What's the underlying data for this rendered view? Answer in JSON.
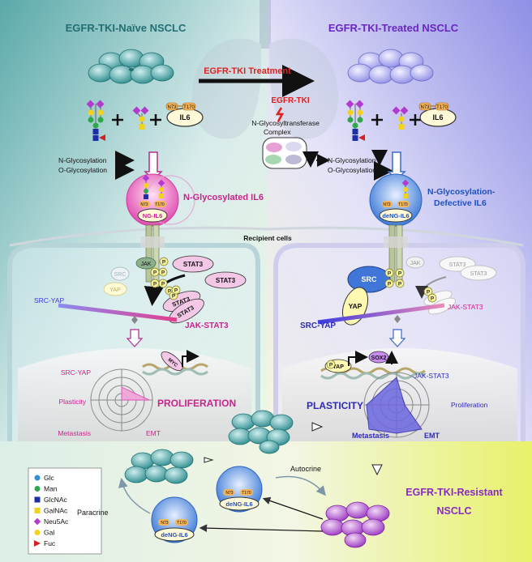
{
  "headers": {
    "naive": "EGFR-TKI-Naïve NSCLC",
    "treated": "EGFR-TKI-Treated NSCLC",
    "resistant_line1": "EGFR-TKI-Resistant",
    "resistant_line2": "NSCLC"
  },
  "treatment": {
    "arrow_label": "EGFR-TKI Treatment",
    "drug": "EGFR-TKI",
    "complex_line1": "N-Glycosyltransferase",
    "complex_line2": "Complex"
  },
  "glycosylation": {
    "n": "N-Glycosylation",
    "o": "O-Glycosylation"
  },
  "il6": {
    "name": "IL6",
    "site_n": "N73",
    "site_t": "T170",
    "ng_label": "NG-IL6",
    "deng_label": "deNG-IL6",
    "ng_title": "N-Glycosylated IL6",
    "deng_title_line1": "N-Glycosylation-",
    "deng_title_line2": "Defective IL6"
  },
  "recipient": "Recipient cells",
  "signaling": {
    "jak": "JAK",
    "stat3": "STAT3",
    "src": "SRC",
    "yap": "YAP",
    "p": "P",
    "src_yap": "SRC-YAP",
    "jak_stat3": "JAK-STAT3",
    "sox2": "SOX2",
    "myc": "MYC"
  },
  "radar_left": {
    "top": "SRC-YAP",
    "left": "Plasticity",
    "bottom_left": "Metastasis",
    "bottom_right": "EMT",
    "outcome": "PROLIFERATION"
  },
  "radar_right": {
    "top": "JAK-STAT3",
    "right": "Proliferation",
    "bottom_left": "Metastasis",
    "bottom_right": "EMT",
    "outcome": "PLASTICITY"
  },
  "bottom": {
    "autocrine": "Autocrine",
    "paracrine": "Paracrine"
  },
  "legend": [
    {
      "label": "Glc",
      "color": "#2f8fd8",
      "shape": "circle"
    },
    {
      "label": "Man",
      "color": "#2ea84a",
      "shape": "circle"
    },
    {
      "label": "GlcNAc",
      "color": "#1c2fa8",
      "shape": "square"
    },
    {
      "label": "GalNAc",
      "color": "#f2d21b",
      "shape": "square"
    },
    {
      "label": "Neu5Ac",
      "color": "#b23ad0",
      "shape": "diamond"
    },
    {
      "label": "Gal",
      "color": "#f2d21b",
      "shape": "circle"
    },
    {
      "label": "Fuc",
      "color": "#d42020",
      "shape": "triangle"
    }
  ]
}
